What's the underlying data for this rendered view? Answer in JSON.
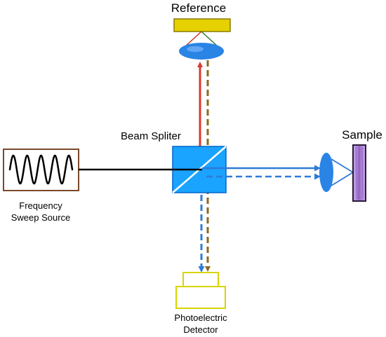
{
  "labels": {
    "reference": "Reference",
    "beam_splitter": "Beam Spliter",
    "sample": "Sample",
    "source_line1": "Frequency",
    "source_line2": "Sweep Source",
    "detector_line1": "Photoelectric",
    "detector_line2": "Detector"
  },
  "colors": {
    "reference_mirror_fill": "#e6d100",
    "reference_mirror_stroke": "#8a7a00",
    "lens": "#2a84e6",
    "lens_highlight": "#8fc4ff",
    "splitter_fill": "#1aa3ff",
    "splitter_stroke": "#0066cc",
    "red_beam": "#d83a2e",
    "olive_beam": "#8a6a1e",
    "blue_beam": "#2e7bd6",
    "source_border": "#7a4a2a",
    "detector": "#d8d400",
    "sample_fill": "#b28ad8",
    "sample_stroke": "#2a1a3a",
    "source_wire": "#000000"
  }
}
